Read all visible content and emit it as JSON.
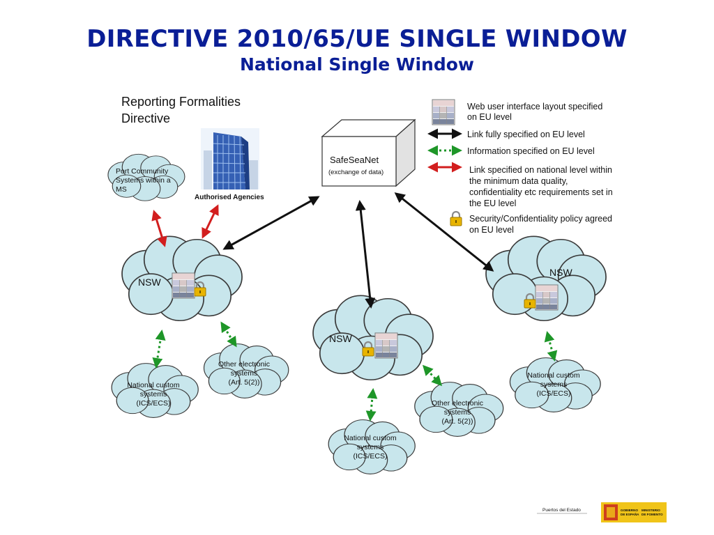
{
  "header": {
    "title": "DIRECTIVE 2010/65/UE SINGLE WINDOW",
    "subtitle": "National Single Window"
  },
  "diagram": {
    "rfd_label_line1": "Reporting Formalities",
    "rfd_label_line2": "Directive",
    "agencies_label": "Authorised Agencies",
    "pcs_line1": "Port Community",
    "pcs_line2": "Systems within a",
    "pcs_line3": "MS",
    "safeseanet_title": "SafeSeaNet",
    "safeseanet_sub": "(exchange of data)",
    "nsw_label": "NSW",
    "customs_line1": "National custom",
    "customs_line2": "systems",
    "customs_line3": "(ICS/ECS)",
    "other_line1": "Other electronic",
    "other_line2": "systems",
    "other_line3": "(Art. 5(2))"
  },
  "legend": {
    "ui_line1": "Web user interface layout specified",
    "ui_line2": "on EU level",
    "black_link": "Link fully specified on EU level",
    "green_link": "Information specified on EU level",
    "red_line1": "Link specified on national level within",
    "red_line2": "the minimum data quality,",
    "red_line3": "confidentiality etc requirements set in",
    "red_line4": "the EU level",
    "lock_line1": "Security/Confidentiality policy agreed",
    "lock_line2": "on EU level"
  },
  "footer": {
    "logo1_text": "Puertos del Estado",
    "logo2_text1": "GOBIERNO",
    "logo2_text2": "DE ESPAÑA",
    "logo2_text3": "MINISTERIO",
    "logo2_text4": "DE FOMENTO"
  },
  "colors": {
    "title": "#0a1e96",
    "cloud_fill": "#c8e6ec",
    "black_arrow": "#111111",
    "red_arrow": "#d21e1e",
    "green_arrow": "#1e9628",
    "lock": "#e8b400"
  }
}
